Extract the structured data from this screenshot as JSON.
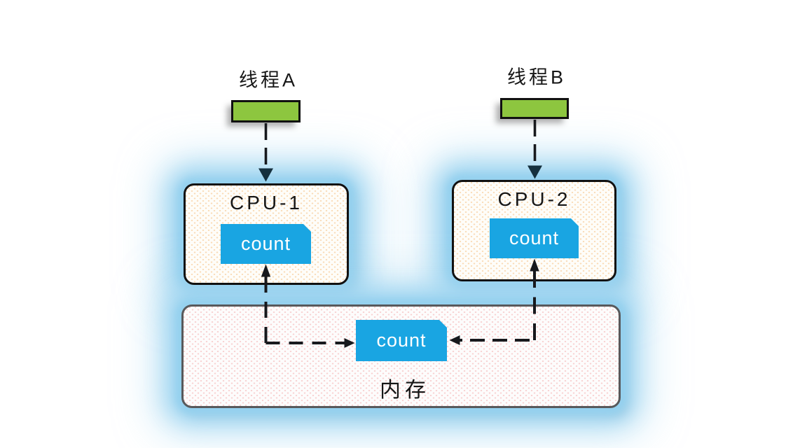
{
  "diagram": {
    "threads": [
      {
        "label": "线程A"
      },
      {
        "label": "线程B"
      }
    ],
    "cpus": [
      {
        "label": "CPU-1",
        "cache_variable": "count"
      },
      {
        "label": "CPU-2",
        "cache_variable": "count"
      }
    ],
    "memory": {
      "label": "内存",
      "variable": "count"
    },
    "colors": {
      "thread_box_fill": "#8dc63f",
      "count_badge_fill": "#19a5e2",
      "count_text": "#ffffff",
      "box_border": "#111111",
      "memory_border": "#58595b",
      "connector": "#17191d",
      "thread_arrowhead": "#15303e",
      "cpu_dot": "#f2a64f66",
      "memory_dot": "#ee7d7d59"
    }
  }
}
